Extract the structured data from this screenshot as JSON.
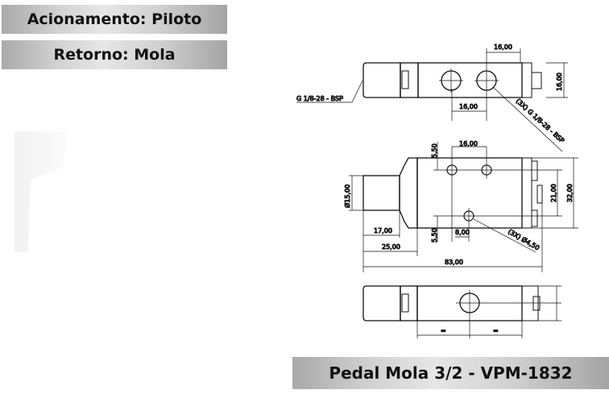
{
  "header": {
    "actuation": "Acionamento: Piloto",
    "return": "Retorno: Mola"
  },
  "footer": {
    "title": "Pedal Mola 3/2 - VPM-1832"
  },
  "drawing": {
    "top_view": {
      "dim_top": "16,00",
      "dim_right": "16,00",
      "dim_bottom": "16,00",
      "port_left": "G 1/8-28 - BSP",
      "port_callout": "(3X) G 1/8-28 - BSP"
    },
    "side_view": {
      "dim_5_50_top": "5,50",
      "dim_16": "16,00",
      "dim_diam15": "Ø15,00",
      "dim_21": "21,00",
      "dim_32": "32,00",
      "dim_17": "17,00",
      "dim_25": "25,00",
      "dim_83": "83,00",
      "dim_5_50_bottom": "5,50",
      "dim_8": "8,00",
      "hole_callout": "(3X) Ø4,50"
    },
    "bottom_view": {
      "eq": "="
    }
  }
}
